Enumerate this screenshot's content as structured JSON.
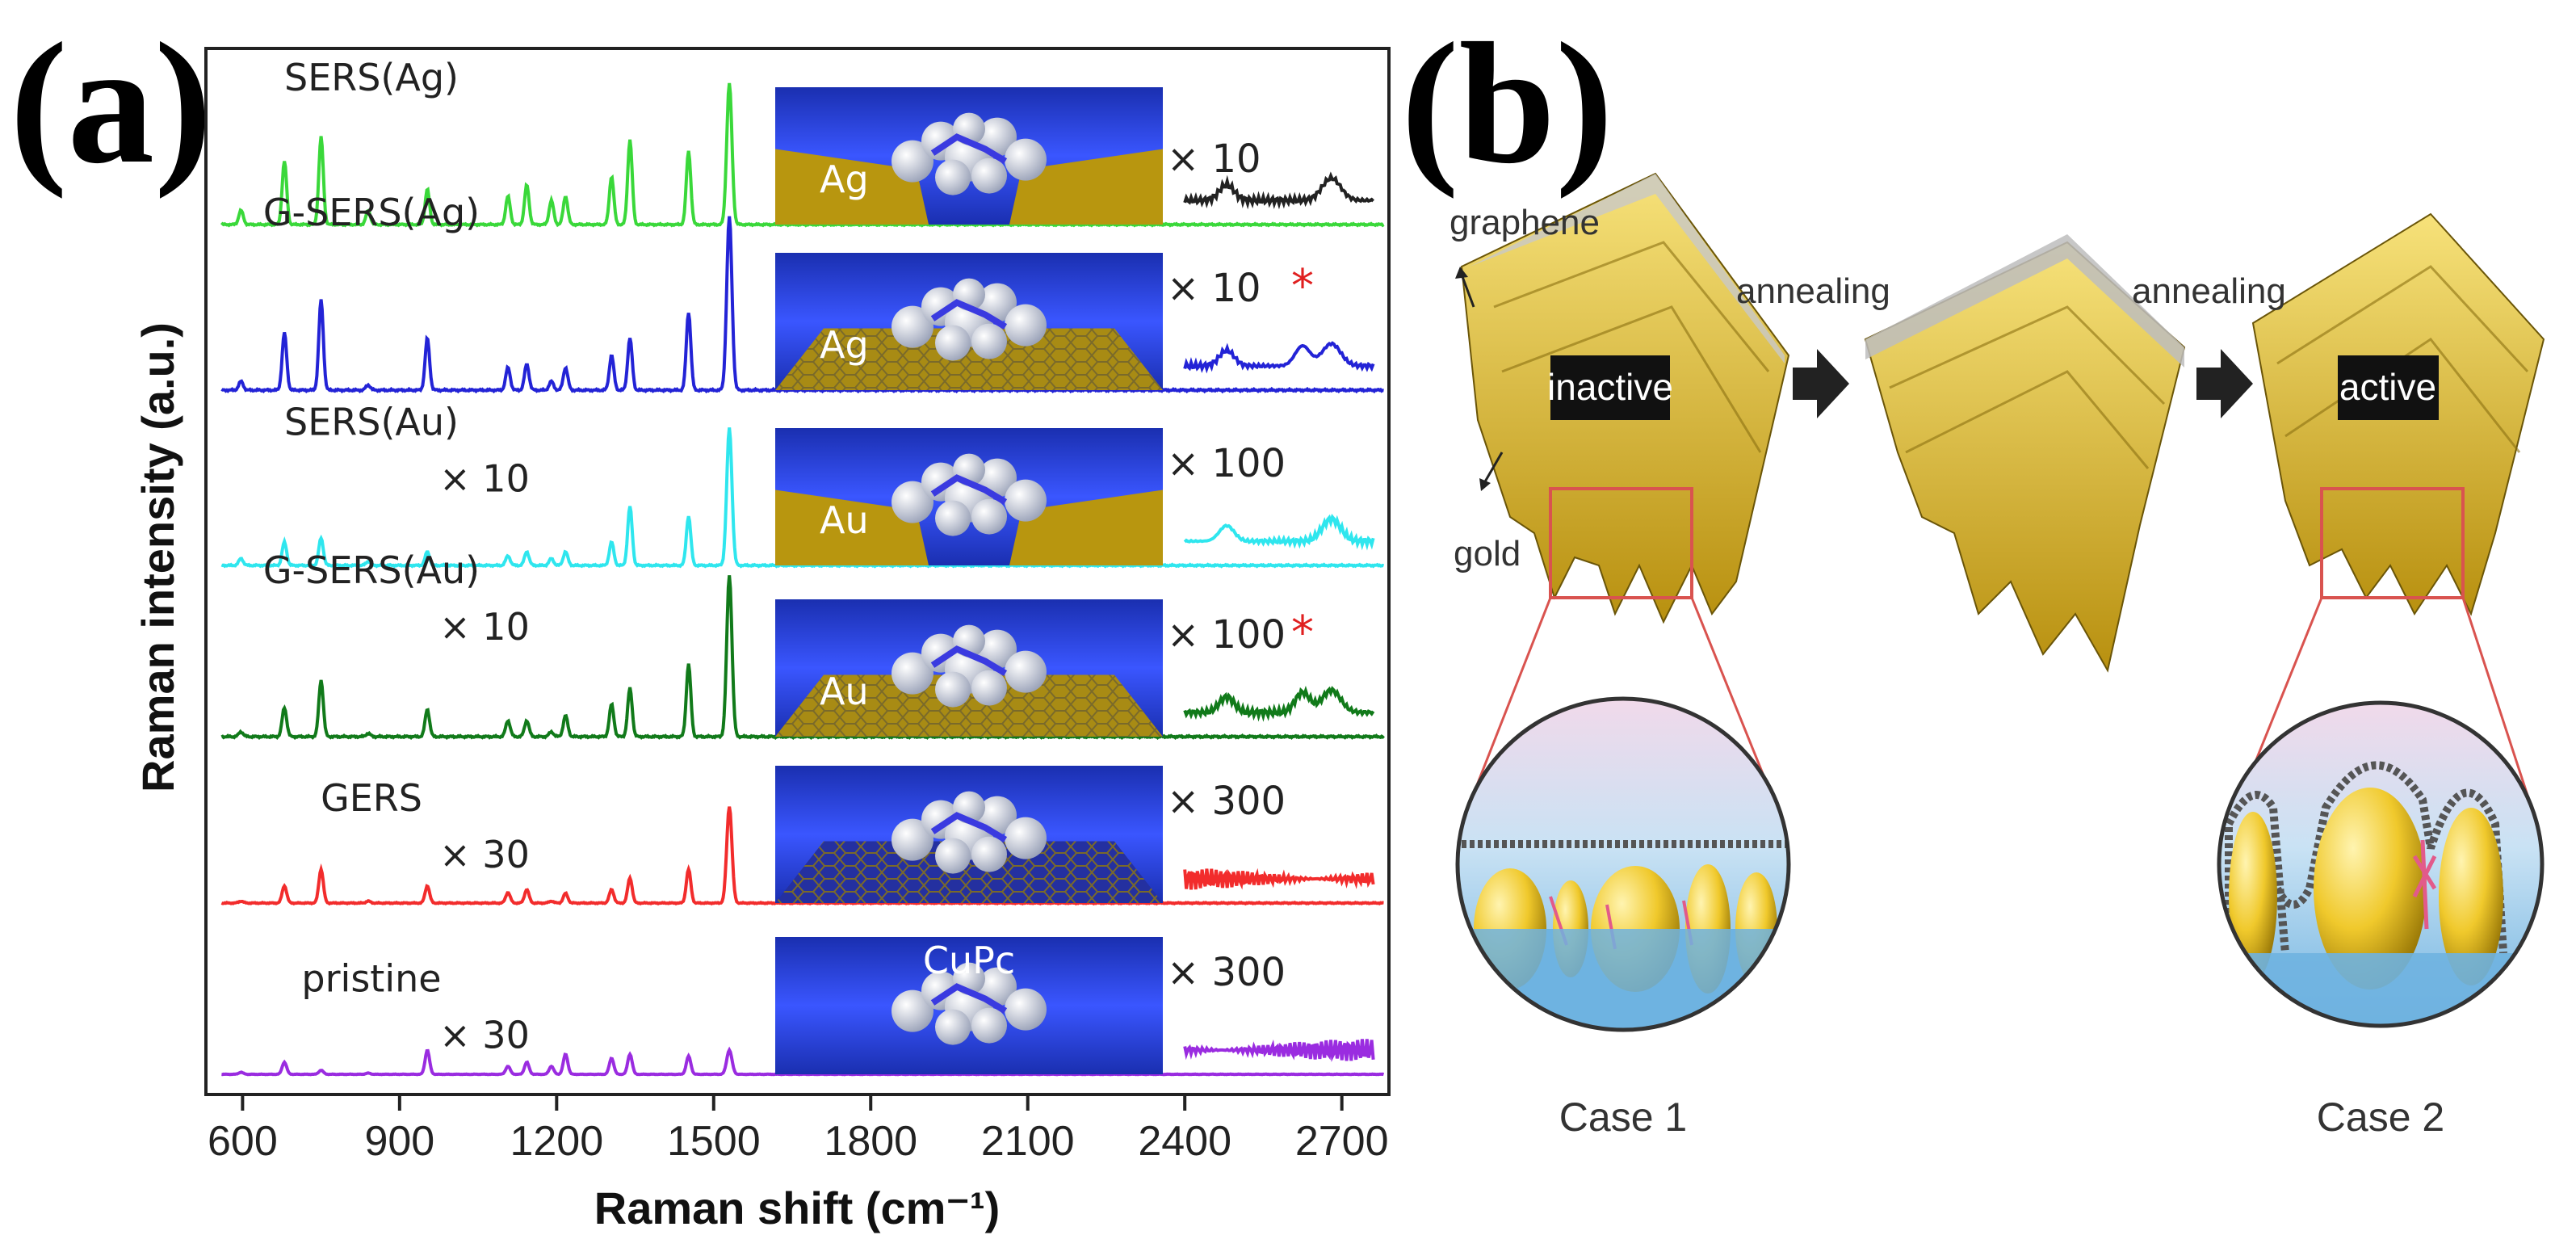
{
  "panel_a_label": "(a)",
  "panel_b_label": "(b)",
  "chart_data": {
    "type": "line",
    "xlabel": "Raman shift (cm⁻¹)",
    "ylabel": "Raman intensity (a.u.)",
    "xlim": [
      530,
      2790
    ],
    "xticks": [
      600,
      900,
      1200,
      1500,
      1800,
      2100,
      2400,
      2700
    ],
    "grid": false,
    "peaks_cm": [
      597,
      680,
      750,
      840,
      953,
      1107,
      1143,
      1190,
      1217,
      1305,
      1340,
      1452,
      1530
    ],
    "series": [
      {
        "name": "SERS(Ag)",
        "multiplier": "",
        "color": "#3ad83a",
        "peak_heights": [
          0.1,
          0.45,
          0.62,
          0.1,
          0.25,
          0.2,
          0.28,
          0.17,
          0.2,
          0.34,
          0.6,
          0.52,
          1.0
        ],
        "inset_metal": "Ag",
        "inset_graphene": false,
        "inset_mult": "× 10",
        "inset_color": "#222222",
        "inset_star": false
      },
      {
        "name": "G-SERS(Ag)",
        "multiplier": "",
        "color": "#2323d6",
        "peak_heights": [
          0.05,
          0.33,
          0.52,
          0.03,
          0.3,
          0.13,
          0.15,
          0.05,
          0.13,
          0.2,
          0.3,
          0.45,
          1.0
        ],
        "inset_metal": "Ag",
        "inset_graphene": true,
        "inset_mult": "× 10",
        "inset_color": "#2323d6",
        "inset_star": true
      },
      {
        "name": "SERS(Au)",
        "multiplier": "× 10",
        "color": "#2fe6ee",
        "peak_heights": [
          0.05,
          0.17,
          0.2,
          0.03,
          0.1,
          0.07,
          0.1,
          0.05,
          0.1,
          0.17,
          0.43,
          0.36,
          1.0
        ],
        "inset_metal": "Au",
        "inset_graphene": false,
        "inset_mult": "× 100",
        "inset_color": "#2fe6ee",
        "inset_star": false
      },
      {
        "name": "G-SERS(Au)",
        "multiplier": "× 10",
        "color": "#117a1a",
        "peak_heights": [
          0.03,
          0.18,
          0.35,
          0.02,
          0.17,
          0.1,
          0.1,
          0.03,
          0.13,
          0.2,
          0.3,
          0.45,
          1.0
        ],
        "inset_metal": "Au",
        "inset_graphene": true,
        "inset_mult": "× 100",
        "inset_color": "#117a1a",
        "inset_star": true
      },
      {
        "name": "GERS",
        "multiplier": "× 30",
        "color": "#f22c2c",
        "peak_heights": [
          0.02,
          0.18,
          0.35,
          0.02,
          0.18,
          0.11,
          0.14,
          0.02,
          0.1,
          0.14,
          0.26,
          0.35,
          1.0
        ],
        "inset_metal": "",
        "inset_graphene": true,
        "inset_mult": "× 300",
        "inset_color": "#f22c2c",
        "inset_star": false
      },
      {
        "name": "pristine",
        "multiplier": "× 30",
        "color": "#9a2ce0",
        "peak_heights": [
          0.05,
          0.3,
          0.1,
          0.03,
          0.6,
          0.2,
          0.3,
          0.2,
          0.5,
          0.4,
          0.5,
          0.45,
          0.6
        ],
        "inset_metal": "CuPc",
        "inset_graphene": false,
        "inset_mult": "× 300",
        "inset_color": "#9a2ce0",
        "inset_star": false
      }
    ]
  },
  "scheme": {
    "graphene_label": "graphene",
    "gold_label": "gold",
    "step1_label": "annealing",
    "step2_label": "annealing",
    "inactive_label": "inactive",
    "active_label": "active",
    "case1_label": "Case 1",
    "case2_label": "Case 2",
    "colors": {
      "gold": "#e8c43a",
      "graphene": "#9a9a9a",
      "zoom_box": "#d9534f",
      "water": "#8fc5e8"
    }
  }
}
